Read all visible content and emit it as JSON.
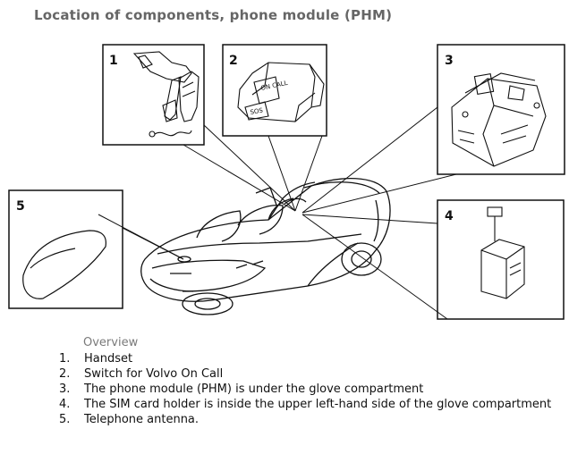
{
  "title": "Location of components, phone module (PHM)",
  "callouts": [
    "1",
    "2",
    "3",
    "4",
    "5"
  ],
  "switch_labels": {
    "on_call": "ON CALL",
    "sos": "SOS"
  },
  "legend": {
    "heading": "Overview",
    "items": [
      {
        "num": "1.",
        "text": "Handset"
      },
      {
        "num": "2.",
        "text": "Switch for Volvo On Call"
      },
      {
        "num": "3.",
        "text": "The phone module (PHM) is under the glove compartment"
      },
      {
        "num": "4.",
        "text": "The SIM card holder is inside the upper left-hand side of the glove compartment"
      },
      {
        "num": "5.",
        "text": "Telephone antenna."
      }
    ]
  }
}
